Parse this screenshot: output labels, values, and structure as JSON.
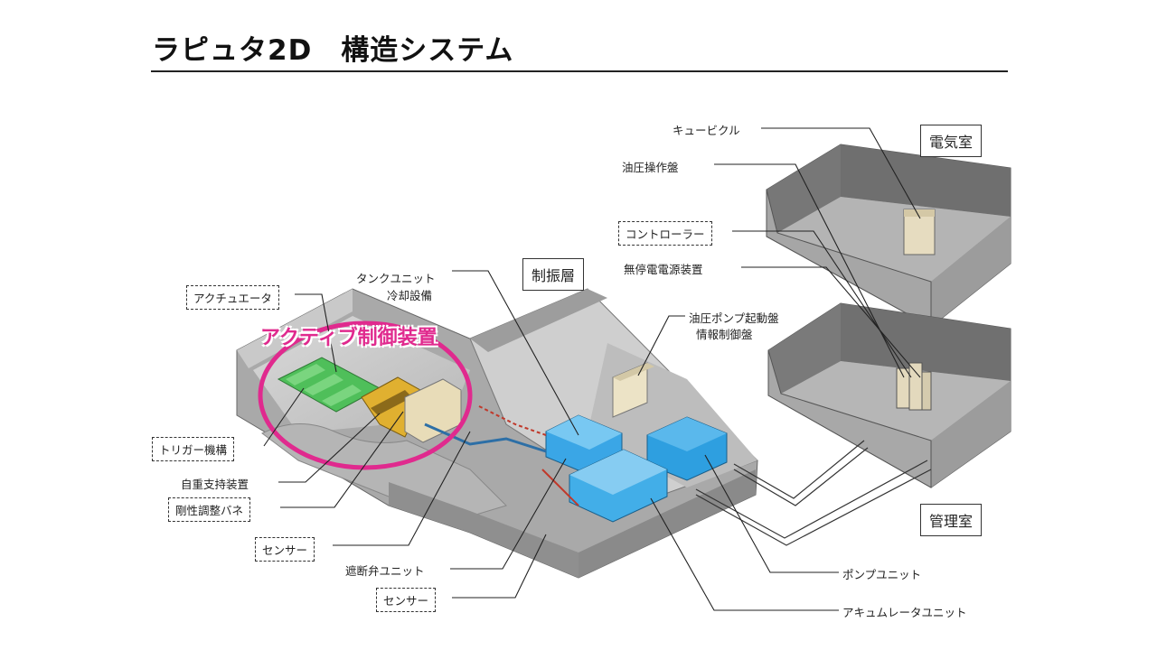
{
  "title": "ラピュタ2D　構造システム",
  "labels": {
    "cubicle": "キュービクル",
    "hydraulic_panel": "油圧操作盤",
    "controller": "コントローラー",
    "ups": "無停電電源装置",
    "hydraulic_pump_start": "油圧ポンプ起動盤",
    "info_control": "情報制御盤",
    "tank_unit": "タンクユニット",
    "cooling": "冷却設備",
    "actuator": "アクチュエータ",
    "active_control": "アクティブ制御装置",
    "trigger": "トリガー機構",
    "self_weight": "自重支持装置",
    "stiffness": "剛性調整バネ",
    "sensor1": "センサー",
    "shutoff_valve": "遮断弁ユニット",
    "sensor2": "センサー",
    "pump_unit": "ポンプユニット",
    "accumulator": "アキュムレータユニット"
  },
  "rooms": {
    "electric": "電気室",
    "isolation": "制振層",
    "management": "管理室"
  }
}
